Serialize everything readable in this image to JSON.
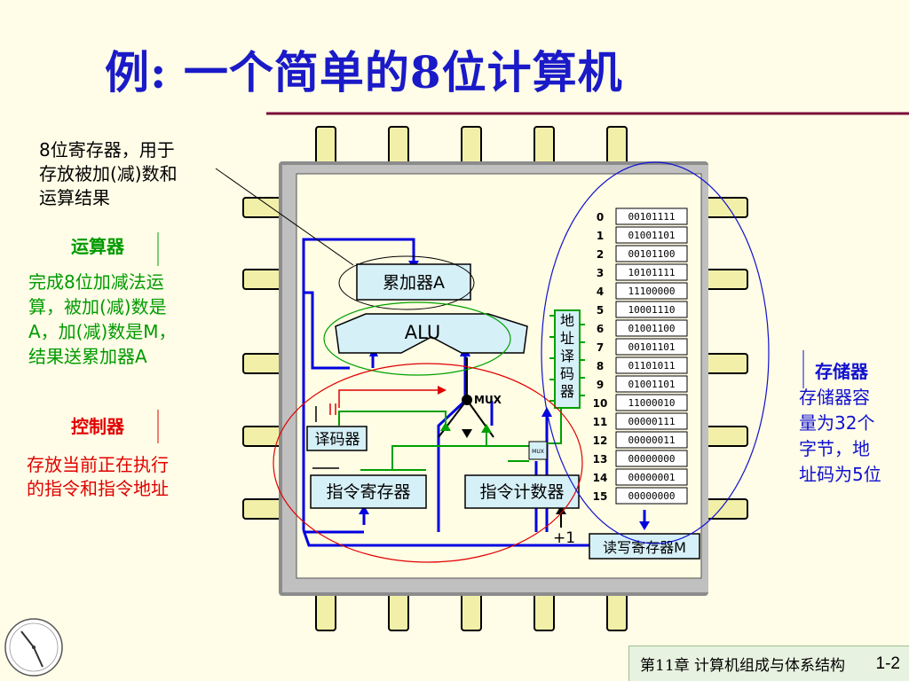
{
  "title": "例: 一个简单的8位计算机",
  "notes": {
    "register_desc": [
      "8位寄存器，用于",
      "存放被加(减)数和",
      "运算结果"
    ],
    "alu_heading": "运算器",
    "alu_desc": [
      "完成8位加减法运",
      "算，被加(减)数是",
      "A，加(减)数是M，",
      "结果送累加器A"
    ],
    "controller_heading": "控制器",
    "controller_desc": [
      "存放当前正在执行",
      "的指令和指令地址"
    ],
    "memory_heading": "存储器",
    "memory_desc": [
      "存储器容",
      "量为32个",
      "字节，地",
      "址码为5位"
    ]
  },
  "chip": {
    "accumulator": "累加器A",
    "alu": "ALU",
    "mux_main": "MUX",
    "mux_small": "MUX",
    "decoder": "译码器",
    "instruction_register": "指令寄存器",
    "program_counter": "指令计数器",
    "plus_one": "+1",
    "address_decoder": [
      "地",
      "址",
      "译",
      "码",
      "器"
    ],
    "rw_register": "读写寄存器M"
  },
  "memory": {
    "addresses": [
      "0",
      "1",
      "2",
      "3",
      "4",
      "5",
      "6",
      "7",
      "8",
      "9",
      "10",
      "11",
      "12",
      "13",
      "14",
      "15"
    ],
    "cells": [
      "00101111",
      "01001101",
      "00101100",
      "10101111",
      "11100000",
      "10001110",
      "01001100",
      "00101101",
      "01101011",
      "01001101",
      "11000010",
      "00000111",
      "00000011",
      "00000000",
      "00000001",
      "00000000"
    ]
  },
  "footer": {
    "chapter": "第11章 计算机组成与体系结构",
    "page": "1-2"
  },
  "colors": {
    "title": "#1a1ac8",
    "chip_body": "#c0c0c0",
    "chip_inner": "#fffde4",
    "pin": "#f2f0a8",
    "box_fill": "#d6f0f8",
    "bus_blue": "#0000e0",
    "bus_green": "#00a000",
    "bus_red": "#e00000"
  }
}
